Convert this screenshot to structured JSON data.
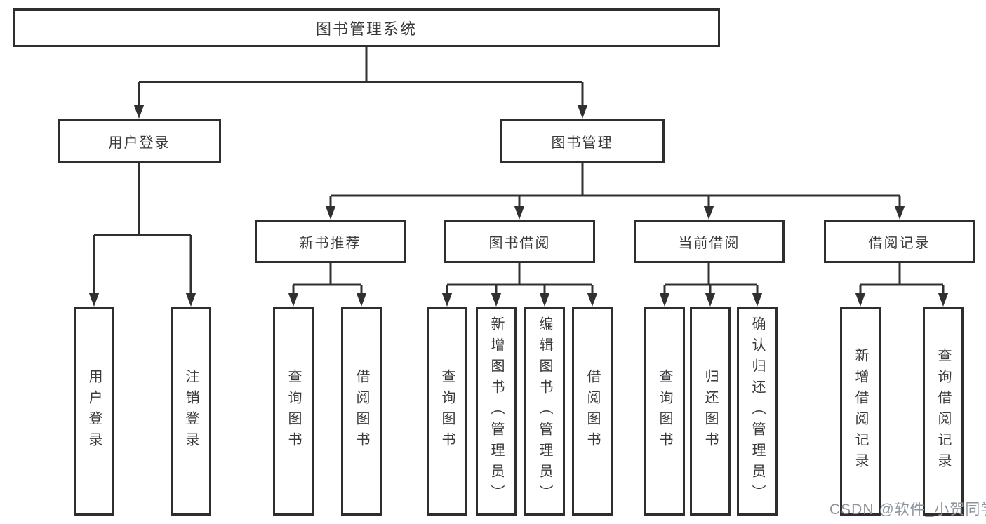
{
  "colors": {
    "background": "#ffffff",
    "line": "#303030",
    "box_border": "#2e2e2e",
    "text": "#3a3a3e",
    "watermark": "#8d949b"
  },
  "watermark": {
    "text": "CSDN @软件_小贺同学"
  },
  "tree": {
    "root": {
      "label": "图书管理系统"
    },
    "level2": [
      {
        "label": "用户登录"
      },
      {
        "label": "图书管理"
      }
    ],
    "level3": [
      {
        "label": "新书推荐"
      },
      {
        "label": "图书借阅"
      },
      {
        "label": "当前借阅"
      },
      {
        "label": "借阅记录"
      }
    ],
    "leaves": {
      "login": [
        {
          "label": "用户登录"
        },
        {
          "label": "注销登录"
        }
      ],
      "recommend": [
        {
          "label": "查询图书"
        },
        {
          "label": "借阅图书"
        }
      ],
      "borrow": [
        {
          "label": "查询图书"
        },
        {
          "label": "新增图书（管理员）"
        },
        {
          "label": "编辑图书（管理员）"
        },
        {
          "label": "借阅图书"
        }
      ],
      "current": [
        {
          "label": "查询图书"
        },
        {
          "label": "归还图书"
        },
        {
          "label": "确认归还（管理员）"
        }
      ],
      "records": [
        {
          "label": "新增借阅记录"
        },
        {
          "label": "查询借阅记录"
        }
      ]
    }
  }
}
